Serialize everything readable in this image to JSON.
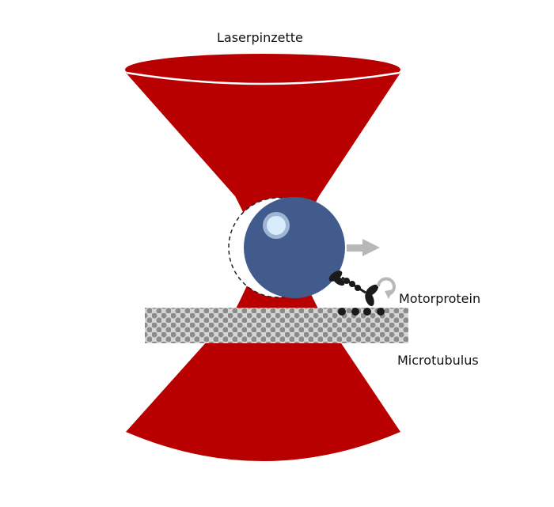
{
  "labels": {
    "laser": "Laserpinzette",
    "motor": "Motorprotein",
    "microtubule": "Microtubulus"
  },
  "colors": {
    "beam": "#b90000",
    "bead": "#415c8c",
    "bead_highlight": "#d8ecfb",
    "arrow": "#b8b8b8",
    "motor": "#1a1a1a",
    "tubule_light": "#d6d6d6",
    "tubule_dark": "#8c8c8c"
  }
}
